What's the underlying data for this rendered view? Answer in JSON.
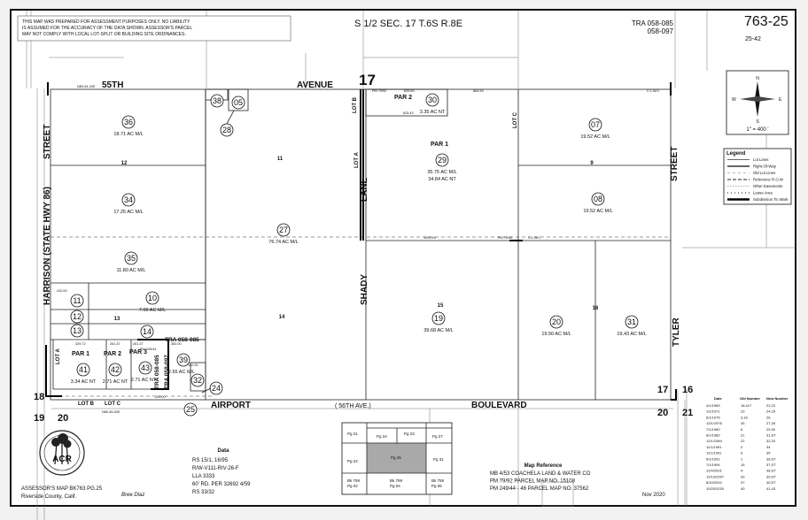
{
  "header": {
    "disclaimer": [
      "THIS MAP WAS PREPARED FOR ASSESSMENT PURPOSES ONLY.  NO LIABILITY",
      "IS ASSUMED FOR THE ACCURACY OF THE DATA SHOWN. ASSESSOR'S PARCEL",
      "MAY NOT COMPLY WITH LOCAL LOT-SPLIT OR BUILDING SITE ORDINANCES."
    ],
    "section": "S 1/2 SEC. 17  T.6S R.8E",
    "tra": [
      "TRA 058-085",
      "058-097"
    ],
    "map_number": "763-25",
    "sub_number": "25-42"
  },
  "compass": {
    "n": "N",
    "s": "S",
    "e": "E",
    "w": "W",
    "scale": "1\" = 400 '"
  },
  "legend": {
    "title": "Legend",
    "items": [
      "Lot Lines",
      "Right-Of-Way",
      "Old Lot Lines",
      "Reference R.O.W",
      "Other Easements",
      "Lease Area",
      "Subdivision Tic Mark"
    ]
  },
  "streets": {
    "north_a": "55TH",
    "north_b": "AVENUE",
    "west": "HARRISON   (STATE  HWY  86)",
    "west_b": "STREET",
    "center_a": "LANE",
    "center_b": "SHADY",
    "east_a": "STREET",
    "east_b": "TYLER",
    "south_a": "AIRPORT",
    "south_b": "( 56TH AVE.)",
    "south_c": "BOULEVARD"
  },
  "section_numbers": {
    "top": "17",
    "sw_18": "18",
    "sw_19": "19",
    "sw_20": "20",
    "se_17": "17",
    "se_16": "16",
    "se_20": "20",
    "se_21": "21"
  },
  "parcels": [
    {
      "id": "36",
      "area": "18.71 AC M/L"
    },
    {
      "id": "34",
      "area": "17.25 AC M/L"
    },
    {
      "id": "35",
      "area": "11.80 AC M/L"
    },
    {
      "id": "11",
      "area": ""
    },
    {
      "id": "10",
      "area": "7.00 AC M/L"
    },
    {
      "id": "12",
      "area": ""
    },
    {
      "id": "13",
      "area": ""
    },
    {
      "id": "14",
      "area": ""
    },
    {
      "id": "41",
      "area": "3.34 AC NT",
      "par": "PAR 1"
    },
    {
      "id": "42",
      "area": "2.71 AC NT",
      "par": "PAR 2"
    },
    {
      "id": "43",
      "area": "2.71 AC NT",
      "par": "PAR 3"
    },
    {
      "id": "39",
      "area": "2.65 AC M/L"
    },
    {
      "id": "32",
      "area": ""
    },
    {
      "id": "24",
      "area": ""
    },
    {
      "id": "25",
      "area": ""
    },
    {
      "id": "38",
      "area": ""
    },
    {
      "id": "05",
      "area": ""
    },
    {
      "id": "28",
      "area": ""
    },
    {
      "id": "27",
      "area": "76.74 AC M/L"
    },
    {
      "id": "30",
      "area": "3.35 AC NT",
      "par": "PAR 2"
    },
    {
      "id": "29",
      "area": "35.75 AC M/L",
      "area2": "34.84 AC NT",
      "par": "PAR 1"
    },
    {
      "id": "07",
      "area": "19.52 AC M/L"
    },
    {
      "id": "08",
      "area": "19.52 AC M/L"
    },
    {
      "id": "19",
      "area": "39.68 AC M/L"
    },
    {
      "id": "20",
      "area": "19.50 AC M/L"
    },
    {
      "id": "31",
      "area": "19.43 AC M/L"
    }
  ],
  "lot_numbers": [
    "12",
    "11",
    "13",
    "14",
    "9",
    "15",
    "16"
  ],
  "lots": [
    "LOT A",
    "LOT B",
    "LOT C",
    "LOT A",
    "LOT B",
    "LOT C"
  ],
  "tra_labels": [
    "TRA  058-085",
    "TRA 058-085",
    "TRA 058-097"
  ],
  "dimensions": [
    "N89-54-20E",
    "PM 79/92",
    "625.60",
    "664.53",
    "C.L.W.C.",
    "625.43",
    "1290.16",
    "PM 79/92",
    "C.L.W.C.",
    "410.00",
    "329.72",
    "261.37",
    "261.37",
    "PM 249/44",
    "352.00",
    "N89-45-52E",
    "220.00",
    "132.00"
  ],
  "footer": {
    "assessor": "ASSESSOR'S MAP BK763 PG.25",
    "county": "Riverside County, Calif.",
    "signature": "Bree Diaz",
    "logo_text": "ACR",
    "data_title": "Data",
    "data_lines": [
      "RS 15/1, 16/95",
      "R/W-V111-RIV-26-F",
      "LLA 3333",
      "60' RD. PER 32692 4/59",
      "RS 33/32"
    ],
    "ref_title": "Map Reference",
    "ref_lines": [
      "MB  4/53  COACHELA LAND & WATER CO",
      "PM  79/92  PARCEL MAP NO. 15108",
      "PM  249/44 - 46  PARCEL MAP NO.  37562"
    ],
    "date": "Nov 2020"
  },
  "page_index": {
    "pg21": "Pg 21",
    "pg24": "Pg 24",
    "pg23": "Pg 23",
    "pg27": "Pg 27",
    "pg22": "Pg 22",
    "pg25": "Pg 25",
    "pg31": "Pg 31",
    "bk02a": "Bk 759",
    "bk02b": "Pg 02",
    "bk04a": "Bk 759",
    "bk04b": "Pg 04",
    "bk06a": "Bk 759",
    "bk06b": "Pg 06",
    "current_fill": "#a9a9a9"
  },
  "history": {
    "headers": [
      "Date",
      "Old Number",
      "New Number"
    ],
    "rows": [
      [
        "4/1/1969",
        "16,417",
        "22,23"
      ],
      [
        "1/1/1971",
        "23",
        "24,25"
      ],
      [
        "6/1/1975",
        "3,18",
        "26"
      ],
      [
        "12/1/1976",
        "26",
        "27,28"
      ],
      [
        "7/1/1980",
        "6",
        "29,30"
      ],
      [
        "8/1/1982",
        "21",
        "31,ST"
      ],
      [
        "12/1/1984",
        "22",
        "32,33"
      ],
      [
        "11/1/1991",
        "2",
        "34"
      ],
      [
        "11/1/1991",
        "9",
        "35"
      ],
      [
        "6/1/1992",
        "1",
        "36,ST"
      ],
      [
        "7/1/1994",
        "15",
        "37,ST"
      ],
      [
        "12/4/2001",
        "4",
        "38,ST"
      ],
      [
        "12/13/2007",
        "33",
        "39,ST"
      ],
      [
        "8/10/2010",
        "37",
        "40,ST"
      ],
      [
        "10/20/2020",
        "40",
        "41-43"
      ]
    ]
  }
}
